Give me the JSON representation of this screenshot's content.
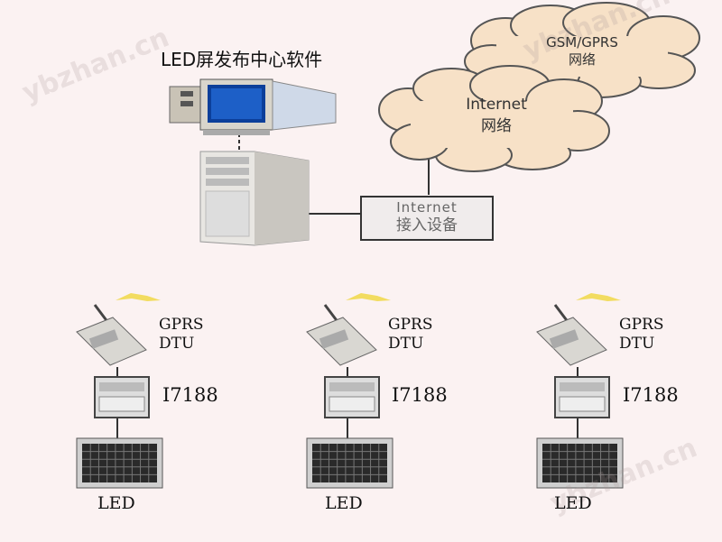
{
  "title": "LED屏发布中心软件",
  "clouds": {
    "gsm": {
      "line1": "GSM/GPRS",
      "line2": "网络"
    },
    "internet": {
      "line1": "Internet",
      "line2": "网络"
    }
  },
  "access_device": {
    "line1": "Internet",
    "line2": "接入设备"
  },
  "nodes": [
    {
      "gprs": "GPRS",
      "dtu": "DTU",
      "controller": "I7188",
      "led": "LED"
    },
    {
      "gprs": "GPRS",
      "dtu": "DTU",
      "controller": "I7188",
      "led": "LED"
    },
    {
      "gprs": "GPRS",
      "dtu": "DTU",
      "controller": "I7188",
      "led": "LED"
    }
  ],
  "watermarks": [
    "ybzhan.cn",
    "ybzhan.cn",
    "ybzhan.cn"
  ],
  "colors": {
    "background": "#fbf2f2",
    "cloud": "#f7e1c7",
    "lightning": "#f2dc60"
  }
}
